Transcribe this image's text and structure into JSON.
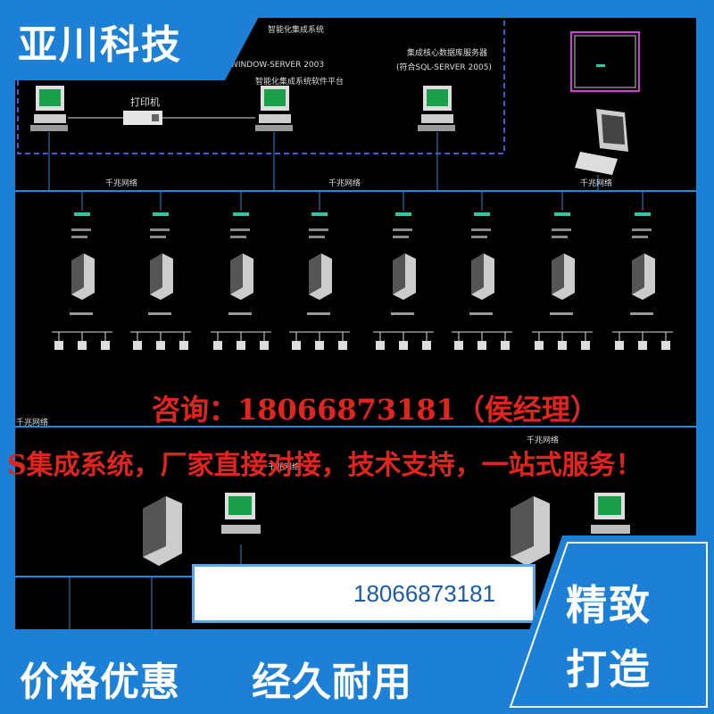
{
  "brand": {
    "name": "亚川科技"
  },
  "diagram": {
    "top_labels": {
      "integration_system": "智能化集成系统",
      "server_os": "WINDOW-SERVER 2003",
      "integration_platform": "智能化集成系统软件平台",
      "db_server_label": "集成核心数据库服务器",
      "db_server_os": "(符合SQL-SERVER 2005)",
      "printer": "打印机"
    },
    "hub_labels": [
      "千兆网络",
      "千兆网络",
      "千兆网络"
    ],
    "lower_hub_labels": [
      "千兆网络",
      "千兆网络",
      "千兆网络"
    ]
  },
  "ad": {
    "consult": "咨询：18066873181（侯经理）",
    "slogan": "S集成系统，厂家直接对接，技术支持，一站式服务！"
  },
  "phone_box": {
    "number": "18066873181"
  },
  "bottom": {
    "left_1": "价格优惠",
    "left_2": "经久耐用"
  },
  "corner": {
    "line1": "精致",
    "line2": "打造"
  },
  "colors": {
    "frame": "#1c80d6",
    "network_line": "#1e8bd6",
    "ad_red": "#e2241e",
    "phone_border": "#5aa6ee"
  }
}
